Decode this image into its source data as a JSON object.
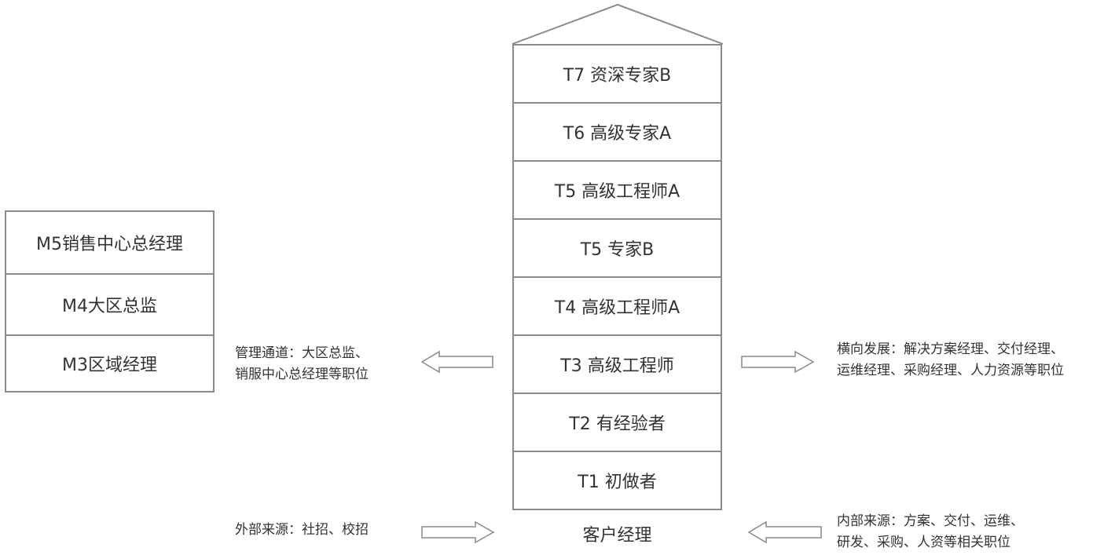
{
  "tower": {
    "levels": [
      "T7 资深专家B",
      "T6 高级专家A",
      "T5 高级工程师A",
      "T5 专家B",
      "T4 高级工程师A",
      "T3 高级工程师",
      "T2 有经验者",
      "T1 初做者"
    ],
    "base_label": "客户经理"
  },
  "management": {
    "levels": [
      "M5销售中心总经理",
      "M4大区总监",
      "M3区域经理"
    ]
  },
  "notes": {
    "management_channel": [
      "管理通道：大区总监、",
      "销服中心总经理等职位"
    ],
    "lateral": [
      "横向发展：解决方案经理、交付经理、",
      "运维经理、采购经理、人力资源等职位"
    ],
    "external_source": [
      "外部来源：社招、校招"
    ],
    "internal_source": [
      "内部来源：方案、交付、运维、",
      "研发、采购、人资等相关职位"
    ]
  },
  "colors": {
    "line": "#8a8a8a",
    "text": "#333333"
  }
}
